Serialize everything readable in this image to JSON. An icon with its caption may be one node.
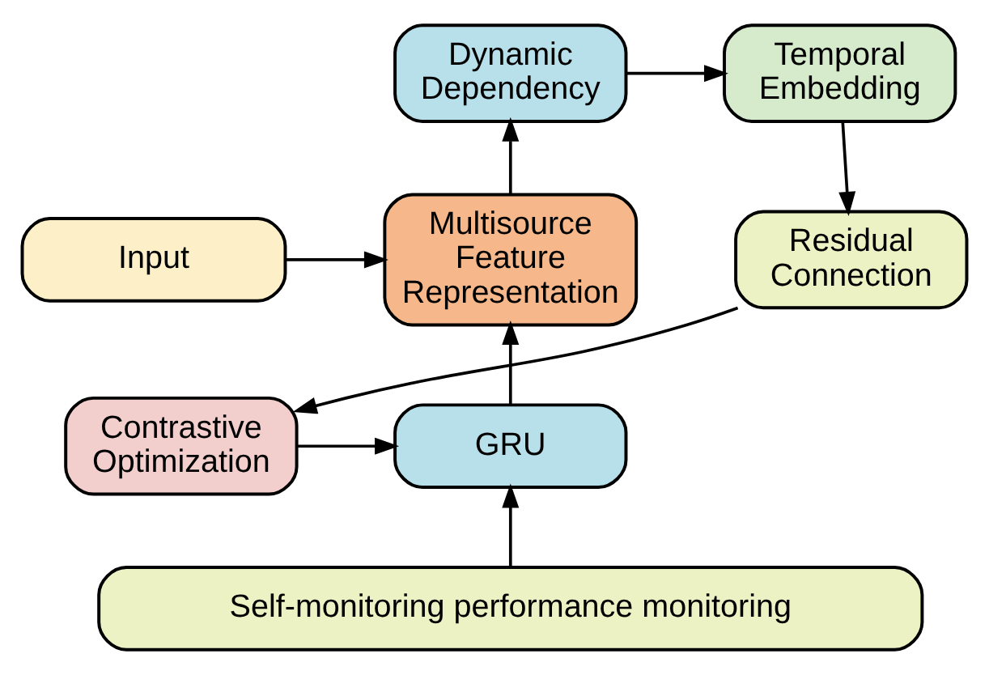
{
  "diagram": {
    "nodes": [
      {
        "text": [
          "Input"
        ]
      },
      {
        "text": [
          "Multisource Feature Representation"
        ]
      },
      {
        "text": [
          "Dynamic Dependency"
        ]
      },
      {
        "text": [
          "Temporal Embedding"
        ]
      },
      {
        "text": [
          "Residual Connection"
        ]
      },
      {
        "text": [
          "Contrastive Optimization"
        ]
      },
      {
        "text": [
          "GRU"
        ]
      },
      {
        "text": [
          "Self-monitoring performance monitoring"
        ]
      }
    ],
    "edges": [
      {
        "from": 0,
        "to": 1,
        "arrow": "to"
      },
      {
        "from": 1,
        "to": 2,
        "arrow": "to"
      },
      {
        "from": 2,
        "to": 3,
        "arrow": "to"
      },
      {
        "from": 3,
        "to": 4,
        "arrow": "to"
      },
      {
        "from": 4,
        "to": 5,
        "arrow": "to"
      },
      {
        "from": 6,
        "to": 1,
        "arrow": "to"
      },
      {
        "from": 7,
        "to": 6,
        "arrow": "to"
      },
      {
        "from": 5,
        "to": 6,
        "arrow": "to"
      }
    ]
  }
}
